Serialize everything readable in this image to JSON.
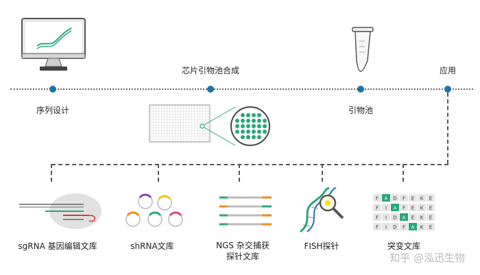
{
  "timeline": {
    "stages": [
      {
        "label": "序列设计"
      },
      {
        "label": "芯片引物池合成"
      },
      {
        "label": "引物池"
      },
      {
        "label": "应用"
      }
    ]
  },
  "applications": [
    {
      "label": "sgRNA 基因编辑文库"
    },
    {
      "label": "shRNA文库"
    },
    {
      "label": "NGS 杂交捕获\n探针文库"
    },
    {
      "label": "FISH探针"
    },
    {
      "label": "突变文库"
    }
  ],
  "mutant_grid": [
    [
      "F",
      "A",
      "D",
      "F",
      "E",
      "K",
      "E"
    ],
    [
      "F",
      "I",
      "A",
      "F",
      "E",
      "K",
      "E"
    ],
    [
      "F",
      "I",
      "D",
      "A",
      "E",
      "K",
      "E"
    ],
    [
      "F",
      "I",
      "D",
      "F",
      "A",
      "K",
      "E"
    ]
  ],
  "watermark": "知乎 @泓迅生物",
  "colors": {
    "accent": "#1f73a8",
    "teal": "#2aa57c",
    "orange": "#f08a1c",
    "gray": "#b0b0b0"
  }
}
